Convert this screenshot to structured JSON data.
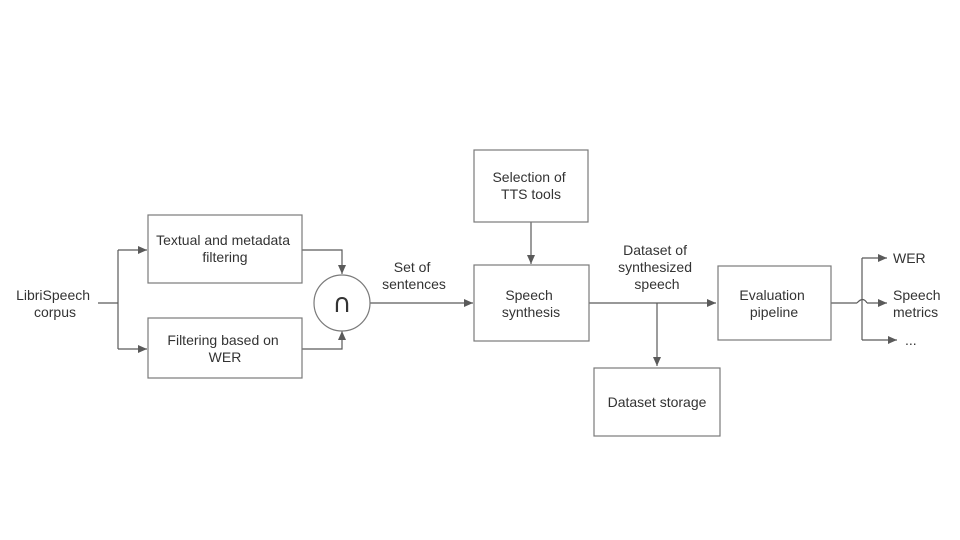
{
  "diagram": {
    "nodes": {
      "librispeech": [
        "LibriSpeech",
        "corpus"
      ],
      "textual_filter": [
        "Textual and metadata",
        "filtering"
      ],
      "wer_filter": [
        "Filtering based on",
        "WER"
      ],
      "intersection": "∩",
      "tts_selection": [
        "Selection of",
        "TTS tools"
      ],
      "speech_synthesis": [
        "Speech",
        "synthesis"
      ],
      "dataset_storage": "Dataset storage",
      "evaluation": [
        "Evaluation",
        "pipeline"
      ]
    },
    "edge_labels": {
      "sentences": [
        "Set of",
        "sentences"
      ],
      "synth_dataset": [
        "Dataset of",
        "synthesized",
        "speech"
      ]
    },
    "outputs": {
      "wer": "WER",
      "metrics": [
        "Speech",
        "metrics"
      ],
      "more": "..."
    }
  }
}
